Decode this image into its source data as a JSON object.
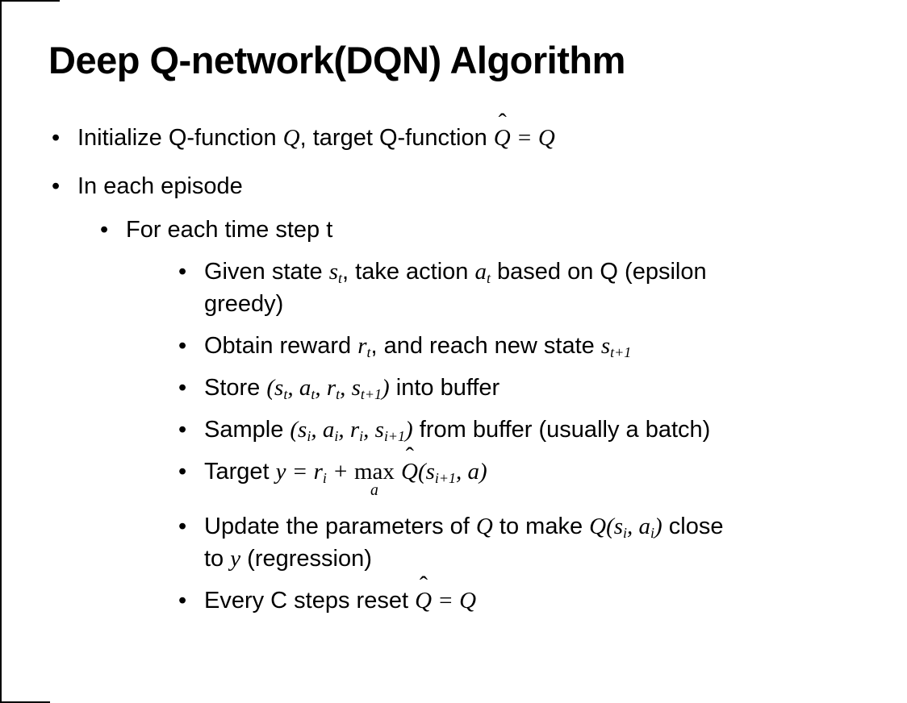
{
  "slide": {
    "title": "Deep Q-network(DQN) Algorithm",
    "bullet_glyph": "•",
    "hat_mark": "ˆ",
    "text_color": "#000000",
    "background_color": "#ffffff",
    "frame_color": "#000000",
    "bullets": [
      {
        "level": 1,
        "segments": [
          {
            "t": "Initialize Q-function "
          },
          {
            "m": "Q"
          },
          {
            "t": ", target Q-function "
          },
          {
            "hat": "Q"
          },
          {
            "m": " = Q"
          }
        ]
      },
      {
        "level": 1,
        "segments": [
          {
            "t": "In each episode"
          }
        ]
      },
      {
        "level": 2,
        "segments": [
          {
            "t": "For each time step t"
          }
        ]
      },
      {
        "level": 3,
        "segments": [
          {
            "t": "Given state "
          },
          {
            "m": "s_t"
          },
          {
            "t": ", take action "
          },
          {
            "m": "a_t"
          },
          {
            "t": " based on Q (epsilon"
          },
          {
            "br": true
          },
          {
            "t": "greedy)"
          }
        ]
      },
      {
        "level": 3,
        "segments": [
          {
            "t": "Obtain reward "
          },
          {
            "m": "r_t"
          },
          {
            "t": ", and reach new state "
          },
          {
            "m": "s_{t+1}"
          }
        ]
      },
      {
        "level": 3,
        "segments": [
          {
            "t": "Store "
          },
          {
            "m": "(s_t, a_t, r_t, s_{t+1})"
          },
          {
            "t": " into buffer"
          }
        ]
      },
      {
        "level": 3,
        "segments": [
          {
            "t": "Sample "
          },
          {
            "m": "(s_i, a_i, r_i, s_{i+1})"
          },
          {
            "t": " from buffer (usually a batch)"
          }
        ]
      },
      {
        "level": 3,
        "segments": [
          {
            "t": "Target "
          },
          {
            "m": "y = r_i + "
          },
          {
            "op": "max",
            "under": "a"
          },
          {
            "t": " "
          },
          {
            "hat": "Q"
          },
          {
            "m": "(s_{i+1}, a)"
          }
        ]
      },
      {
        "level": 3,
        "segments": [
          {
            "t": "Update the parameters of "
          },
          {
            "m": "Q"
          },
          {
            "t": " to make "
          },
          {
            "m": "Q(s_i, a_i)"
          },
          {
            "t": " close"
          },
          {
            "br": true
          },
          {
            "t": "to "
          },
          {
            "m": "y"
          },
          {
            "t": " (regression)"
          }
        ]
      },
      {
        "level": 3,
        "segments": [
          {
            "t": "Every C steps reset "
          },
          {
            "hat": "Q"
          },
          {
            "m": " = Q"
          }
        ]
      }
    ]
  }
}
